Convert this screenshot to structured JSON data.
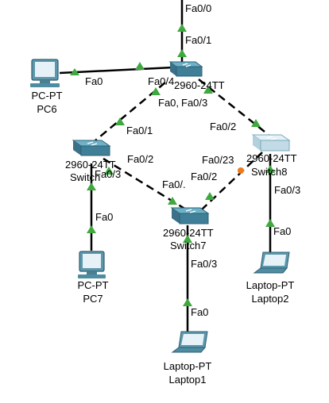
{
  "colors": {
    "link": "#000000",
    "link_up": "#3fa83f",
    "link_blocked": "#f07a1a",
    "switch_body": "#3f7f97",
    "switch_top": "#6fb2c8",
    "switch8_body": "#c2dbe6",
    "switch8_top": "#e4f1f6",
    "device": "#4e8ca2"
  },
  "devices": {
    "pc6": {
      "type_label": "PC-PT",
      "name": "PC6"
    },
    "pc7": {
      "type_label": "PC-PT",
      "name": "PC7"
    },
    "top_switch": {
      "model_label": "2960-24TT"
    },
    "switch_left": {
      "model_label": "2960-24TT",
      "name": "Switch"
    },
    "switch7": {
      "model_label": "2960-24TT",
      "name": "Switch7"
    },
    "switch8": {
      "model_label": "2960-24TT",
      "name": "Switch8"
    },
    "laptop1": {
      "type_label": "Laptop-PT",
      "name": "Laptop1"
    },
    "laptop2": {
      "type_label": "Laptop-PT",
      "name": "Laptop2"
    }
  },
  "ports": {
    "top_up_fa00": "Fa0/0",
    "top_up_fa01": "Fa0/1",
    "pc6_fa0": "Fa0",
    "top_fa04": "Fa0/4",
    "top_fa0_trunc": "Fa0,",
    "top_fa03": "Fa0/3",
    "left_fa01": "Fa0/1",
    "left_fa02": "Fa0/2",
    "left_fa03": "Fa0/3",
    "sw8_fa02": "Fa0/2",
    "sw8_fa023": "Fa0/23",
    "sw8_fa03": "Fa0/3",
    "sw7_fa0_trunc": "Fa0/.",
    "sw7_fa02": "Fa0/2",
    "sw7_fa03": "Fa0/3",
    "pc7_fa0": "Fa0",
    "laptop2_fa0": "Fa0",
    "laptop1_fa0": "Fa0"
  }
}
